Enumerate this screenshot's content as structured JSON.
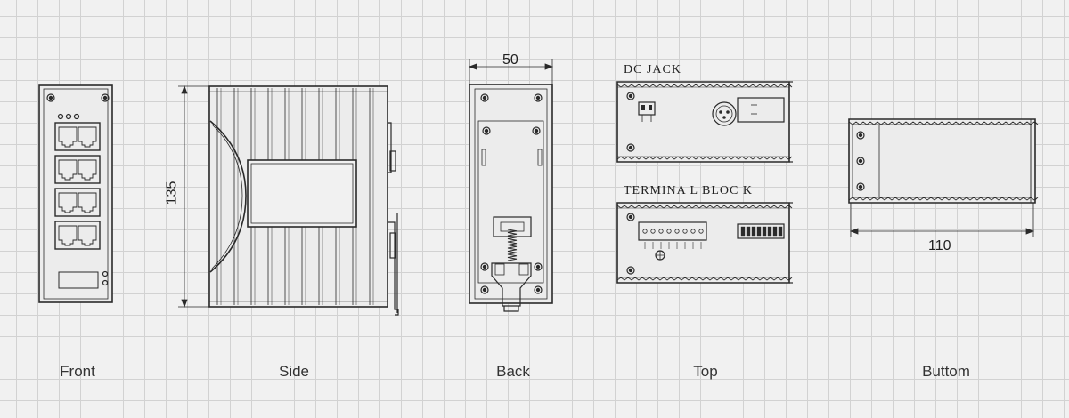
{
  "views": {
    "front": "Front",
    "side": "Side",
    "back": "Back",
    "top": "Top",
    "bottom": "Buttom"
  },
  "dimensions": {
    "height": "135",
    "width": "50",
    "depth": "110"
  },
  "captions": {
    "dc_jack": "DC  JACK",
    "terminal_block": "TERMINA L BLOC K"
  }
}
